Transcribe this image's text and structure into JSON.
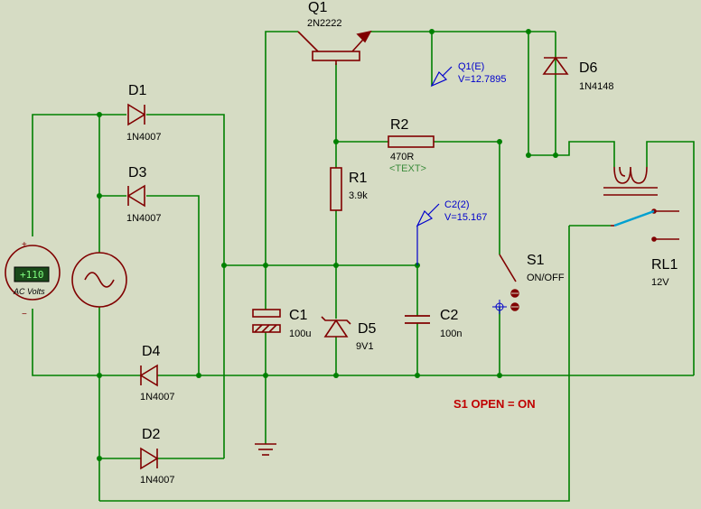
{
  "meter": {
    "reading": "+110",
    "caption": "AC Volts",
    "plus": "+",
    "minus": "−"
  },
  "components": {
    "q1": {
      "ref": "Q1",
      "value": "2N2222"
    },
    "d1": {
      "ref": "D1",
      "value": "1N4007"
    },
    "d2": {
      "ref": "D2",
      "value": "1N4007"
    },
    "d3": {
      "ref": "D3",
      "value": "1N4007"
    },
    "d4": {
      "ref": "D4",
      "value": "1N4007"
    },
    "d5": {
      "ref": "D5",
      "value": "9V1"
    },
    "d6": {
      "ref": "D6",
      "value": "1N4148"
    },
    "r1": {
      "ref": "R1",
      "value": "3.9k"
    },
    "r2": {
      "ref": "R2",
      "value": "470R",
      "extra": "<TEXT>"
    },
    "c1": {
      "ref": "C1",
      "value": "100u"
    },
    "c2": {
      "ref": "C2",
      "value": "100n"
    },
    "s1": {
      "ref": "S1",
      "value": "ON/OFF"
    },
    "rl1": {
      "ref": "RL1",
      "value": "12V"
    }
  },
  "probes": {
    "q1e": {
      "name": "Q1(E)",
      "value": "V=12.7895"
    },
    "c2": {
      "name": "C2(2)",
      "value": "V=15.167"
    }
  },
  "note": "S1 OPEN = ON",
  "colors": {
    "background": "#d6dcc4",
    "wire": "#008000",
    "component": "#800000",
    "probe": "#0000cc",
    "note": "#c00000",
    "relay_contact": "#00a0d0"
  }
}
